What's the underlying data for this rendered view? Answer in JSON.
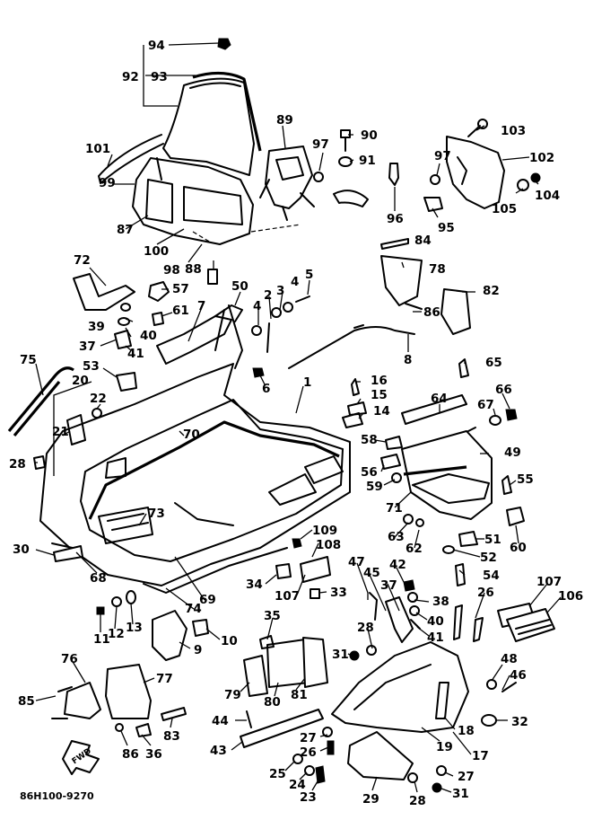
{
  "diagram": {
    "footer_code": "86H100-9270",
    "direction_label": "FWD",
    "callouts": {
      "c94": "94",
      "c92": "92",
      "c93": "93",
      "c89": "89",
      "c90": "90",
      "c97a": "97",
      "c91": "91",
      "c103": "103",
      "c97b": "97",
      "c102": "102",
      "c104": "104",
      "c105": "105",
      "c96": "96",
      "c95": "95",
      "c101": "101",
      "c99": "99",
      "c87": "87",
      "c100": "100",
      "c98": "98",
      "c88": "88",
      "c84": "84",
      "c72": "72",
      "c78": "78",
      "c57": "57",
      "c50": "50",
      "c5": "5",
      "c4a": "4",
      "c3": "3",
      "c2": "2",
      "c4b": "4",
      "c82": "82",
      "c86a": "86",
      "c39": "39",
      "c61": "61",
      "c7": "7",
      "c40a": "40",
      "c37a": "37",
      "c41a": "41",
      "c8": "8",
      "c75": "75",
      "c53": "53",
      "c6": "6",
      "c65": "65",
      "c16": "16",
      "c1": "1",
      "c20": "20",
      "c22": "22",
      "c15": "15",
      "c14": "14",
      "c64": "64",
      "c67": "67",
      "c66": "66",
      "c21": "21",
      "c70": "70",
      "c58": "58",
      "c49": "49",
      "c28a": "28",
      "c56": "56",
      "c59": "59",
      "c55": "55",
      "c71": "71",
      "c73": "73",
      "c109": "109",
      "c63": "63",
      "c62": "62",
      "c51": "51",
      "c60": "60",
      "c108": "108",
      "c30": "30",
      "c52": "52",
      "c47": "47",
      "c45": "45",
      "c42": "42",
      "c54": "54",
      "c68": "68",
      "c34": "34",
      "c107a": "107",
      "c33": "33",
      "c37b": "37",
      "c107b": "107",
      "c106": "106",
      "c26a": "26",
      "c38": "38",
      "c69": "69",
      "c74": "74",
      "c11": "11",
      "c12": "12",
      "c13": "13",
      "c35": "35",
      "c28b": "28",
      "c40b": "40",
      "c41b": "41",
      "c10": "10",
      "c9": "9",
      "c76": "76",
      "c77": "77",
      "c31a": "31",
      "c48": "48",
      "c46": "46",
      "c79": "79",
      "c80": "80",
      "c81": "81",
      "c85": "85",
      "c44": "44",
      "c32": "32",
      "c18": "18",
      "c83": "83",
      "c86b": "86",
      "c36": "36",
      "c43": "43",
      "c27a": "27",
      "c26b": "26",
      "c19": "19",
      "c17": "17",
      "c25": "25",
      "c24": "24",
      "c27b": "27",
      "c23": "23",
      "c29": "29",
      "c28c": "28",
      "c31b": "31"
    }
  }
}
